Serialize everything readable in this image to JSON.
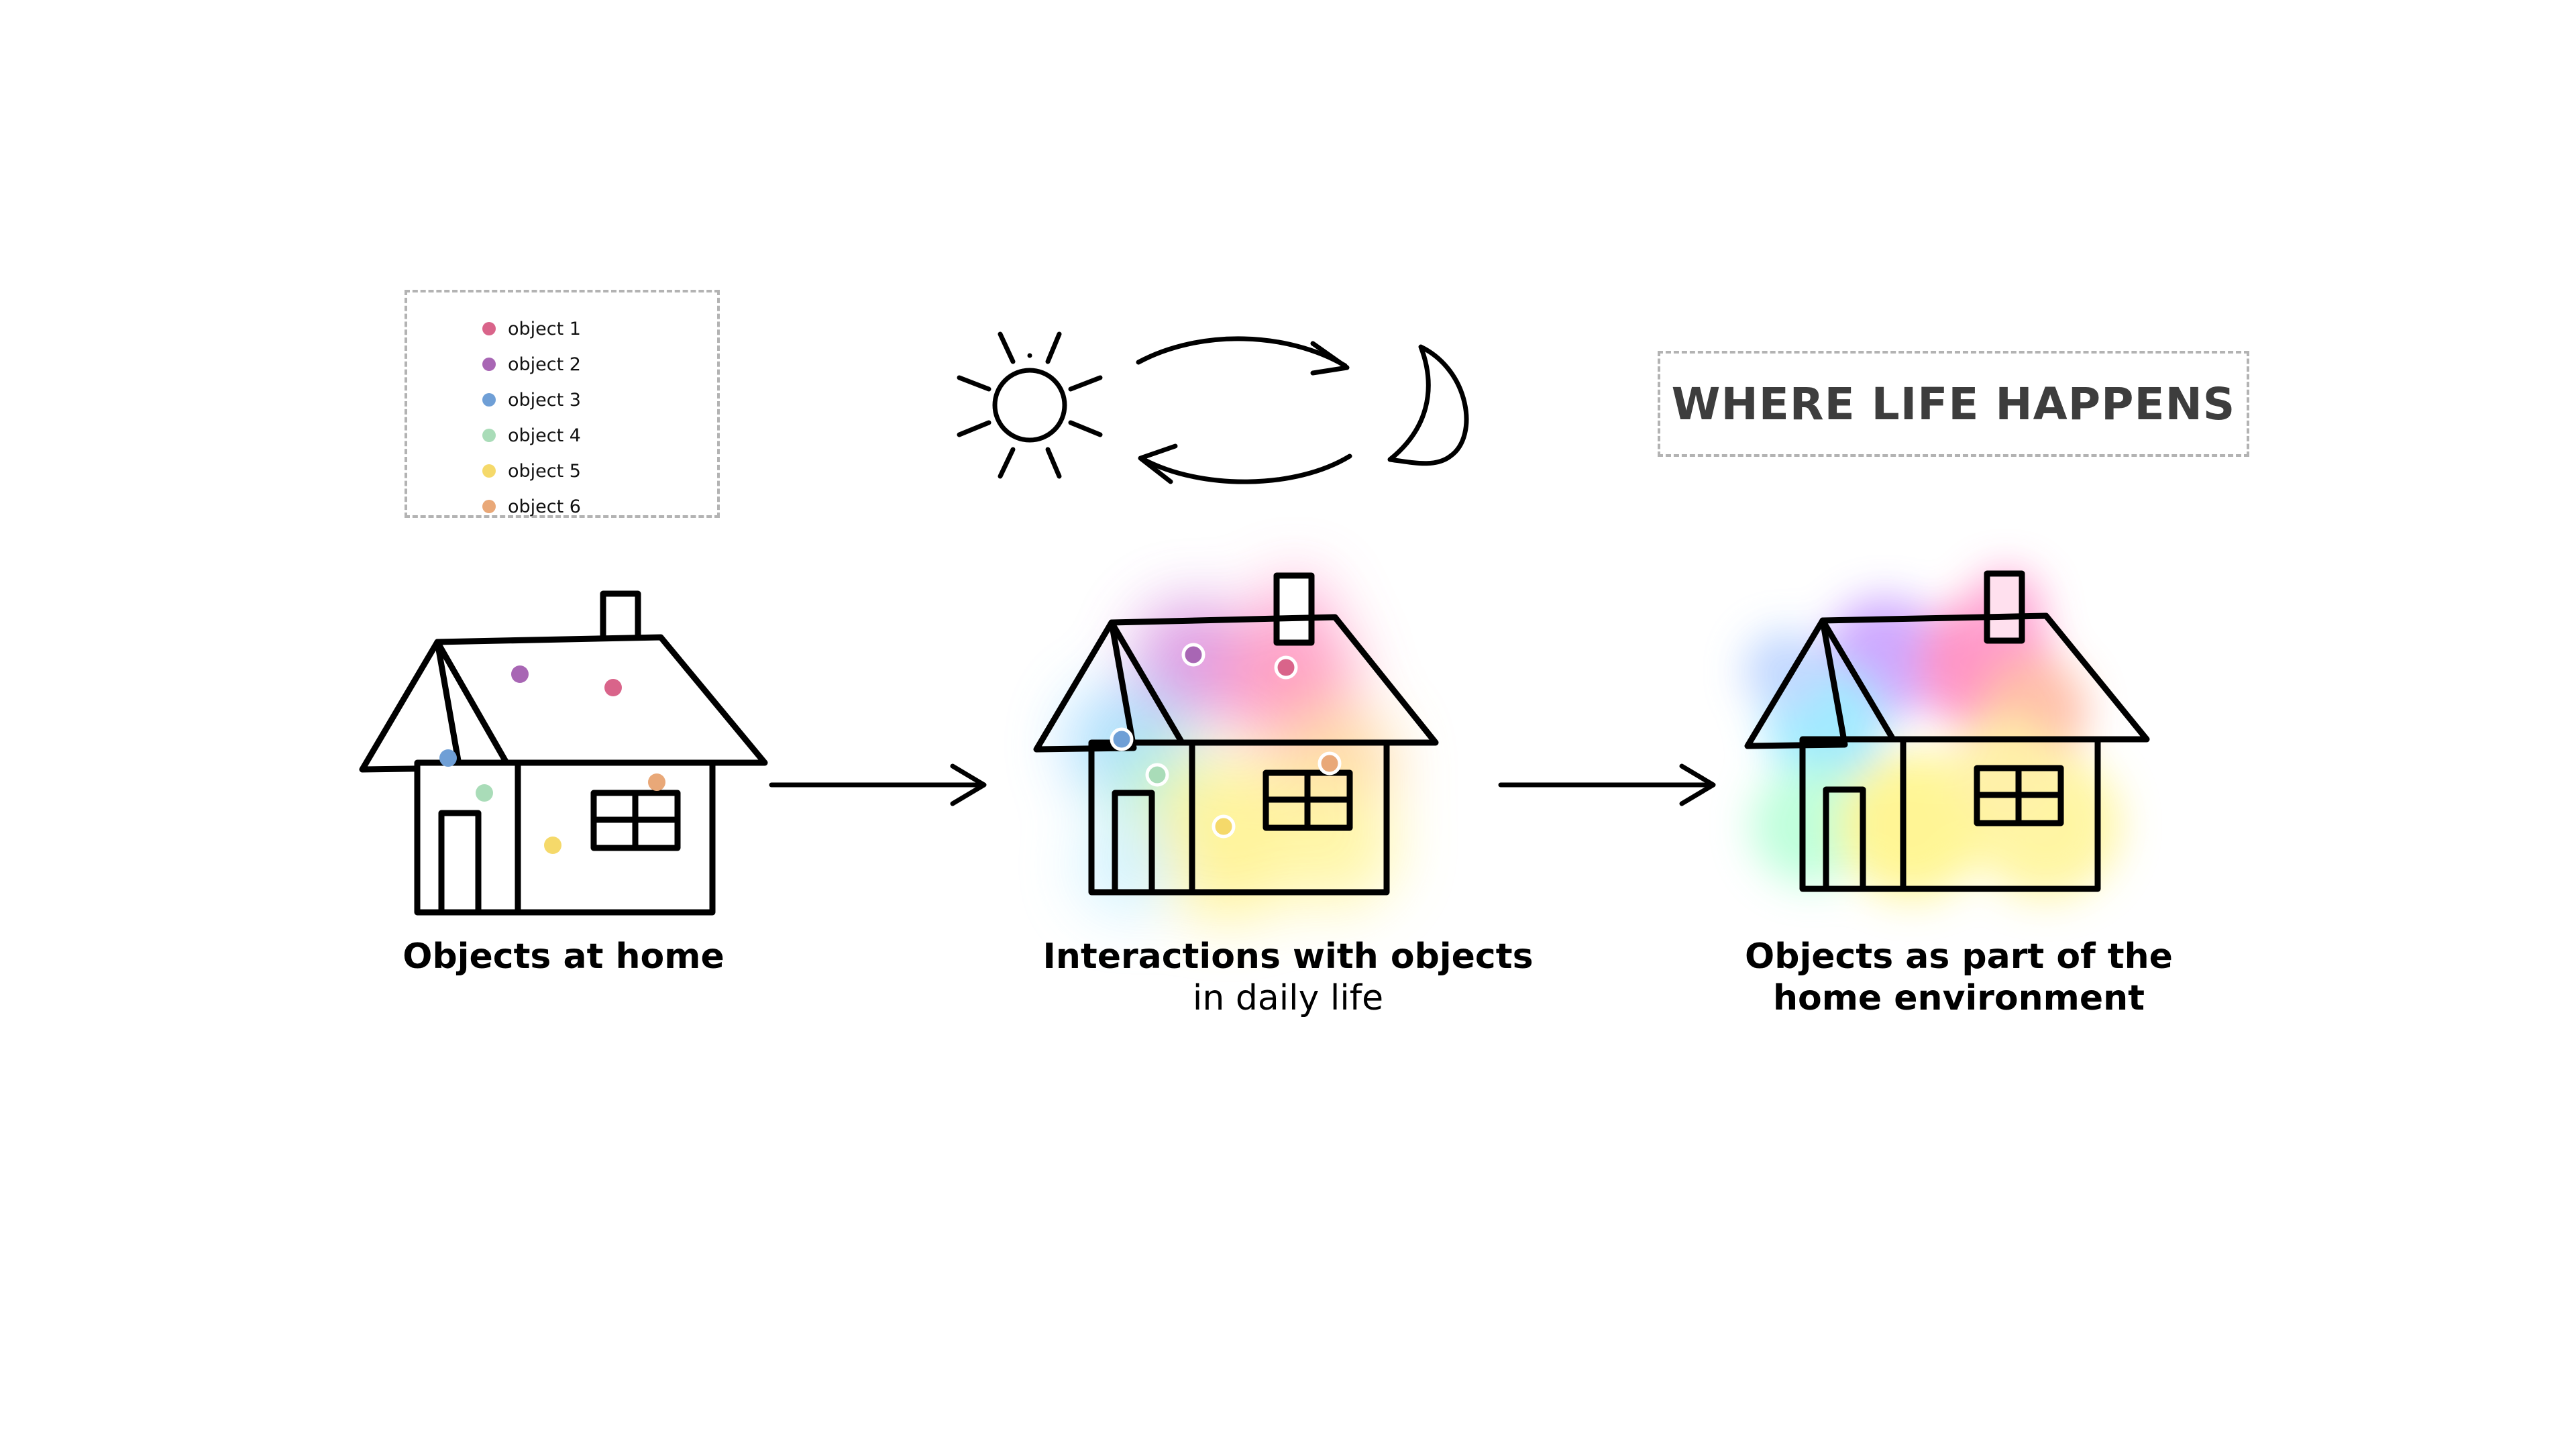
{
  "legend": {
    "items": [
      {
        "label": "object 1",
        "color": "#d9648a"
      },
      {
        "label": "object 2",
        "color": "#a866b4"
      },
      {
        "label": "object 3",
        "color": "#6f9fd6"
      },
      {
        "label": "object 4",
        "color": "#a9dcb8"
      },
      {
        "label": "object 5",
        "color": "#f5d96a"
      },
      {
        "label": "object 6",
        "color": "#e9a878"
      }
    ]
  },
  "tagline": "WHERE LIFE HAPPENS",
  "stages": [
    {
      "title": "Objects at home",
      "subtitle": ""
    },
    {
      "title": "Interactions with objects",
      "subtitle": "in daily life"
    },
    {
      "title": "Objects as part of the",
      "subtitle": "home environment"
    }
  ],
  "icons": {
    "cycle": [
      "sun-icon",
      "cycle-arrows-icon",
      "moon-icon"
    ],
    "houses": [
      "house-icon",
      "house-icon",
      "house-icon"
    ],
    "arrows": [
      "arrow-right-icon",
      "arrow-right-icon"
    ]
  }
}
